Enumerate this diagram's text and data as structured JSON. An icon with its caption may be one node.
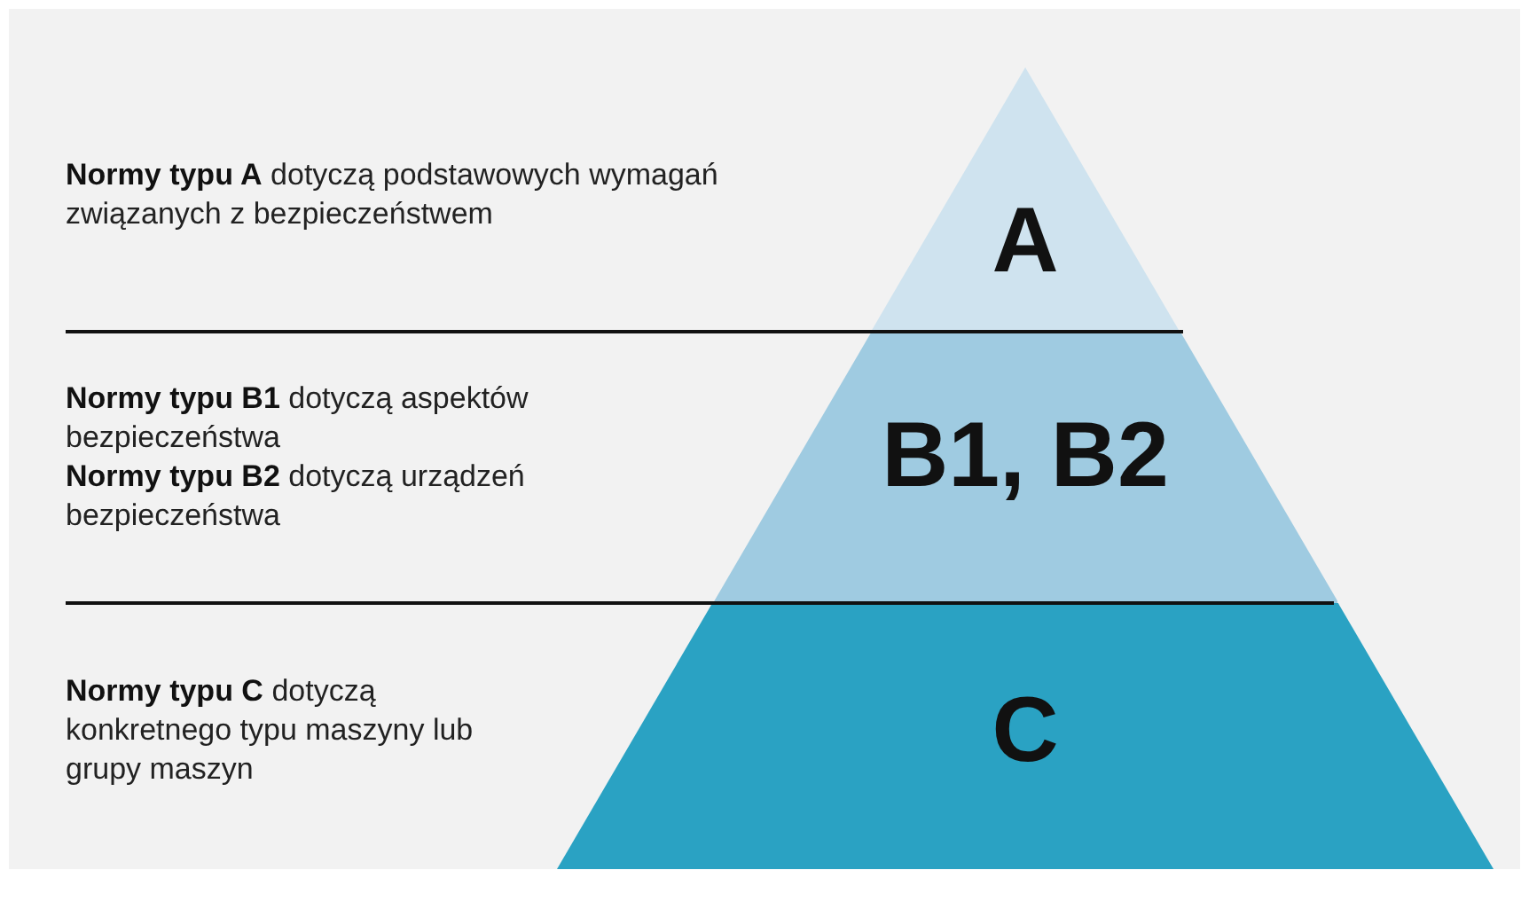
{
  "diagram": {
    "nodes": [
      {
        "text": [
          "A"
        ]
      },
      {
        "text": [
          "B1, B2"
        ]
      },
      {
        "text": [
          "C"
        ]
      }
    ],
    "labels": [
      "**Normy typu A** dotyczą podstawowych wymagań związanych z bezpieczeństwem",
      "**Normy typu B1** dotyczą aspektów bezpieczeństwa",
      "**Normy typu B2** dotyczą urządzeń bezpieczeństwa",
      "**Normy typu C** dotyczą konkretnego typu maszyny lub grupy maszyn"
    ]
  }
}
